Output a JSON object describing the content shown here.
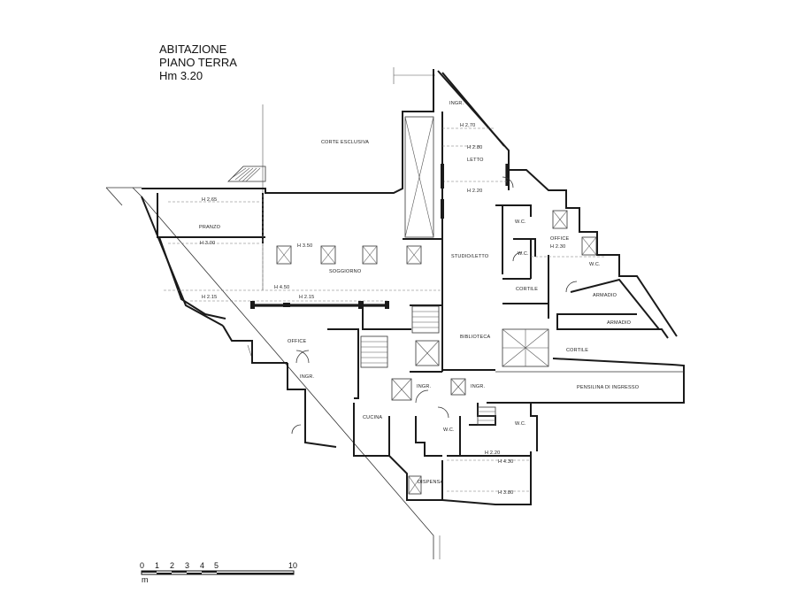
{
  "title": {
    "line1": "ABITAZIONE",
    "line2": "PIANO TERRA",
    "line3": "Hm 3.20"
  },
  "rooms": {
    "ingr_top": "INGR.",
    "h_270": "H 2,70",
    "h_280": "H 2.80",
    "letto": "LETTO",
    "h_220_letto": "H 2.20",
    "corte_esclusiva": "CORTE ESCLUSIVA",
    "h_265": "H 2,65",
    "pranzo": "PRANZO",
    "h_300": "H 3.00",
    "h_350": "H 3.50",
    "soggiorno": "SOGGIORNO",
    "h_450": "H 4.50",
    "h_215_a": "H 2.15",
    "h_215_b": "H 2.15",
    "studio_letto": "STUDIO/LETTO",
    "wc_1": "W.C.",
    "wc_2": "W.C.",
    "office_right": "OFFICE",
    "h_230": "H 2.30",
    "wc_3": "W.C.",
    "cortile_1": "CORTILE",
    "armadio_1": "ARMADIO",
    "armadio_2": "ARMADIO",
    "office_left": "OFFICE",
    "biblioteca": "BIBLIOTECA",
    "cortile_2": "CORTILE",
    "ingr_left": "INGR.",
    "ingr_mid_1": "INGR.",
    "ingr_mid_2": "INGR.",
    "pensilina": "PENSILINA DI INGRESSO",
    "cucina": "CUCINA",
    "wc_4": "W.C.",
    "wc_5": "W.C.",
    "h_220_b": "H 2.20",
    "h_430": "H 4.30",
    "dispensa": "DISPENSA",
    "h_380": "H 3.80"
  },
  "scale": {
    "ticks": [
      "0",
      "1",
      "2",
      "3",
      "4",
      "5",
      "10"
    ],
    "unit": "m"
  }
}
